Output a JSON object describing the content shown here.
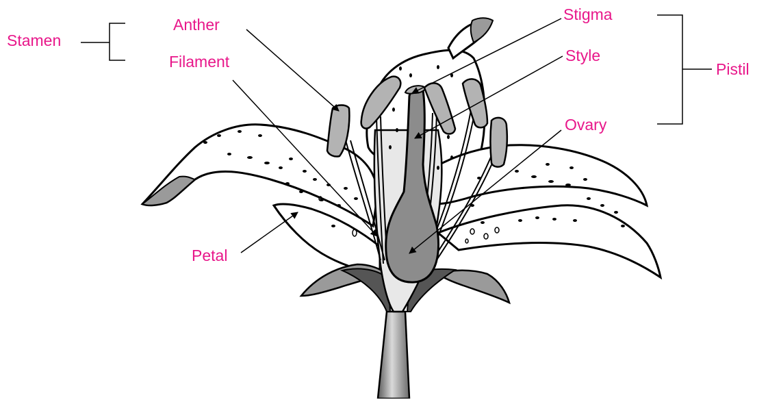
{
  "labels": {
    "stamen": "Stamen",
    "anther": "Anther",
    "filament": "Filament",
    "stigma": "Stigma",
    "style": "Style",
    "pistil": "Pistil",
    "ovary": "Ovary",
    "petal": "Petal"
  },
  "colors": {
    "label": "#E8178A",
    "outline": "#000000",
    "pistil_fill": "#8c8c8c",
    "anther_fill": "#b3b3b3",
    "petal_fill": "#ffffff",
    "sepal_fill": "#9a9a9a"
  }
}
